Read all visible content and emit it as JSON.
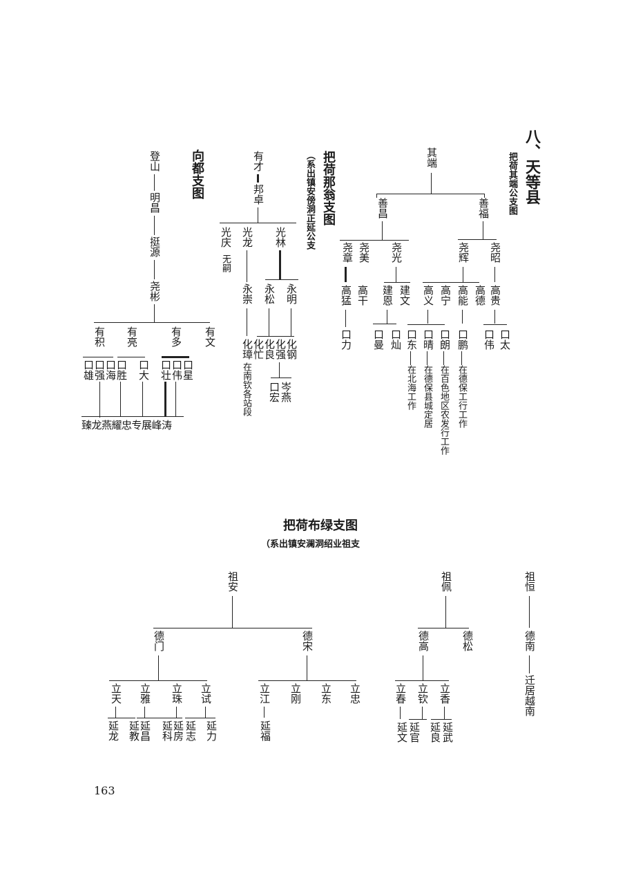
{
  "section_title": "八、天等县",
  "tree1": {
    "title": "把荷其端公支图",
    "gen1": "其端",
    "gen2": [
      "善昌",
      "善福"
    ],
    "gen3": [
      "尧章",
      "尧美",
      "尧光",
      "尧辉",
      "尧昭"
    ],
    "gen4": [
      "高猛",
      "高干",
      "建恩",
      "建文",
      "高义",
      "高宁",
      "高能",
      "高德",
      "高贵"
    ],
    "gen5": [
      "口力",
      "口曼",
      "口灿",
      "口东",
      "口晴",
      "口朗",
      "口鹏",
      "口伟",
      "口太"
    ],
    "notes": [
      "在北海工作",
      "在德保县城定居",
      "在百色地区农发行工作",
      "在德保工行工作"
    ]
  },
  "tree2": {
    "title": "把荷那翁支图",
    "subtitle": "（系出镇安傍洞正延公支",
    "gen1": "有才",
    "gen2": "邦卓",
    "gen3": [
      "光庆",
      "光龙",
      "光林"
    ],
    "gen3_note": "无嗣",
    "gen4": [
      "永崇",
      "永松",
      "永明"
    ],
    "gen5": [
      "化璋",
      "化忙",
      "化良",
      "化强",
      "化钢"
    ],
    "gen5_note": "在南钦各站段",
    "gen6": [
      "口宏",
      "岑燕"
    ]
  },
  "tree3": {
    "title": "向都支图",
    "chain": [
      "登山",
      "明昌",
      "挺源",
      "尧彬"
    ],
    "gen5": [
      "有积",
      "有亮",
      "有多",
      "有文"
    ],
    "gen6": [
      "口雄",
      "口强",
      "口海",
      "口胜",
      "口大",
      "口壮",
      "口伟",
      "口星"
    ],
    "gen7": "臻龙燕耀忠专展峰涛"
  },
  "tree4": {
    "title": "把荷布绿支图",
    "subtitle": "（系出镇安澜洞绍业祖支",
    "roots": [
      "祖安",
      "祖佩",
      "祖恒"
    ],
    "gen2": [
      "德门",
      "德宋",
      "德高",
      "德松",
      "德南"
    ],
    "migrated": "迁居越南",
    "gen3": [
      "立天",
      "立雅",
      "立珠",
      "立试",
      "立江",
      "立刚",
      "立东",
      "立忠",
      "立春",
      "立钦",
      "立香"
    ],
    "gen4": [
      "延龙",
      "延教",
      "延昌",
      "延科",
      "延房",
      "延志",
      "延力",
      "延福",
      "延文",
      "延官",
      "延良",
      "延武"
    ]
  },
  "page_number": "163"
}
